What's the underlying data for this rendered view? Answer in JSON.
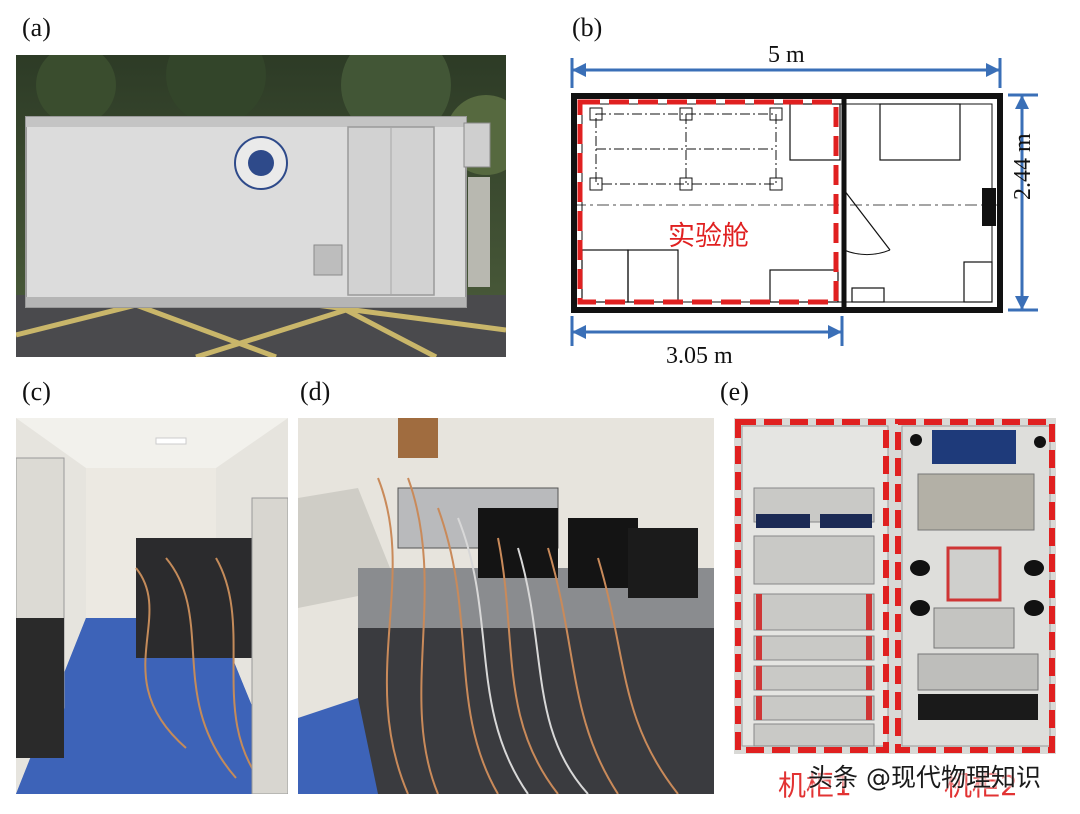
{
  "panels": {
    "a": {
      "label": "(a)"
    },
    "b": {
      "label": "(b)",
      "width_label": "5 m",
      "height_label": "2.44 m",
      "lab_width_label": "3.05 m",
      "lab_area_label": "实验舱"
    },
    "c": {
      "label": "(c)"
    },
    "d": {
      "label": "(d)"
    },
    "e": {
      "label": "(e)",
      "cabinet_1_label": "机柜1",
      "cabinet_2_label": "机柜2"
    }
  },
  "watermark": "头条 @现代物理知识",
  "colors": {
    "dimension_arrow": "#3a6fb7",
    "dashed_highlight": "#e02020",
    "floor_blue": "#3d63b8"
  }
}
